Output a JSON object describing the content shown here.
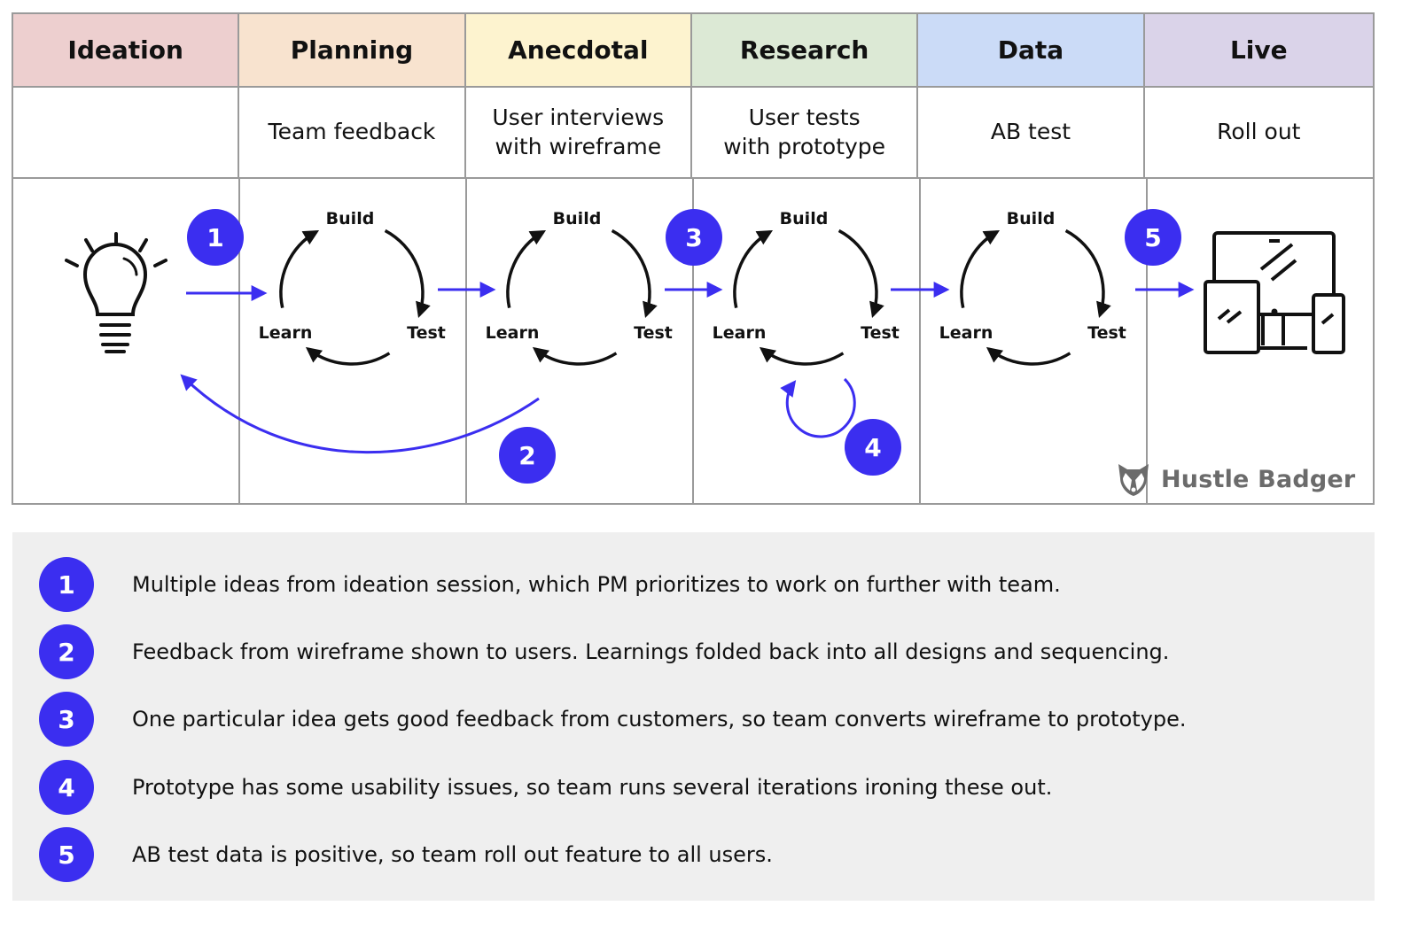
{
  "phases": [
    {
      "name": "Ideation",
      "method": "",
      "color": "#edcfcf"
    },
    {
      "name": "Planning",
      "method": "Team feedback",
      "color": "#f8e3cf"
    },
    {
      "name": "Anecdotal",
      "method": "User interviews\nwith wireframe",
      "color": "#fdf3cf"
    },
    {
      "name": "Research",
      "method": "User tests\nwith prototype",
      "color": "#dce9d5"
    },
    {
      "name": "Data",
      "method": "AB test",
      "color": "#cbdbf7"
    },
    {
      "name": "Live",
      "method": "Roll out",
      "color": "#dad3e9"
    }
  ],
  "cycle": {
    "build": "Build",
    "test": "Test",
    "learn": "Learn"
  },
  "icons": {
    "start": "lightbulb-icon",
    "end": "devices-icon",
    "brand": "badger-icon"
  },
  "badges": [
    "1",
    "2",
    "3",
    "4",
    "5"
  ],
  "brand": {
    "name": "Hustle Badger"
  },
  "colors": {
    "accent": "#3b2ef0",
    "border": "#9a9a9a",
    "legend_bg": "#efefef",
    "brand_text": "#6b6b6b"
  },
  "legend": [
    {
      "num": "1",
      "text": "Multiple ideas from ideation session, which PM prioritizes to work on further with team."
    },
    {
      "num": "2",
      "text": "Feedback from wireframe shown to users. Learnings folded back into all designs and sequencing."
    },
    {
      "num": "3",
      "text": "One particular idea gets good feedback from customers, so team converts wireframe to prototype."
    },
    {
      "num": "4",
      "text": "Prototype has some usability issues, so team runs several iterations ironing these out."
    },
    {
      "num": "5",
      "text": "AB test data is positive, so team roll out feature to all users."
    }
  ]
}
